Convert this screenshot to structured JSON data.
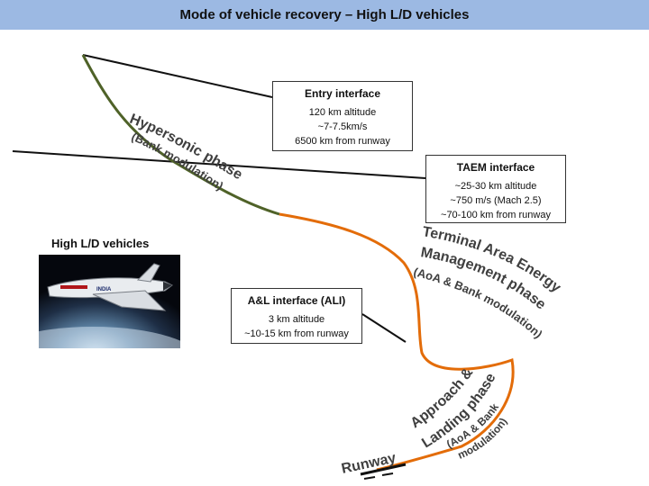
{
  "title": "Mode of vehicle recovery – High L/D vehicles",
  "entry": {
    "heading": "Entry interface",
    "lines": [
      "120 km altitude",
      "~7-7.5km/s",
      "6500 km from runway"
    ]
  },
  "taem": {
    "heading": "TAEM interface",
    "lines": [
      "~25-30 km altitude",
      "~750 m/s (Mach 2.5)",
      "~70-100 km from runway"
    ]
  },
  "al": {
    "heading": "A&L interface (ALI)",
    "lines": [
      "3 km altitude",
      "~10-15 km from runway"
    ]
  },
  "vehicles_label": "High L/D vehicles",
  "phases": {
    "hypersonic_title": "Hypersonic phase",
    "hypersonic_sub": "(Bank modulation)",
    "taem_title_1": "Terminal Area Energy",
    "taem_title_2": "Management phase",
    "taem_sub": "(AoA & Bank modulation)",
    "approach_1": "Approach &",
    "approach_2": "Landing phase",
    "approach_sub_1": "(AoA & Bank",
    "approach_sub_2": "modulation)"
  },
  "runway_label": "Runway",
  "shuttle_text": "INDIA",
  "colors": {
    "title_bar": "#9cb9e3",
    "hypersonic_path": "#4f6228",
    "taem_path": "#e36c09",
    "phase_text": "#3f3f3f"
  }
}
